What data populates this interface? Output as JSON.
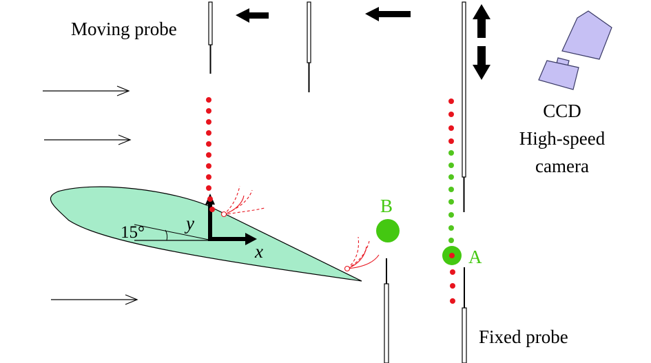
{
  "labels": {
    "moving_probe": "Moving probe",
    "fixed_probe": "Fixed probe",
    "camera_line1": "CCD",
    "camera_line2": "High-speed",
    "camera_line3": "camera",
    "point_a": "A",
    "point_b": "B",
    "angle": "15°",
    "axis_x": "x",
    "axis_y": "y"
  },
  "colors": {
    "airfoil_fill": "#a6ecc9",
    "red_dots": "#e8141e",
    "green_dots": "#52c61e",
    "point_marker": "#44c811",
    "camera_body": "#c6c0f4",
    "arrows": "#000000"
  },
  "icons": {
    "camera": "camera-icon",
    "direction": "arrow-icon"
  }
}
